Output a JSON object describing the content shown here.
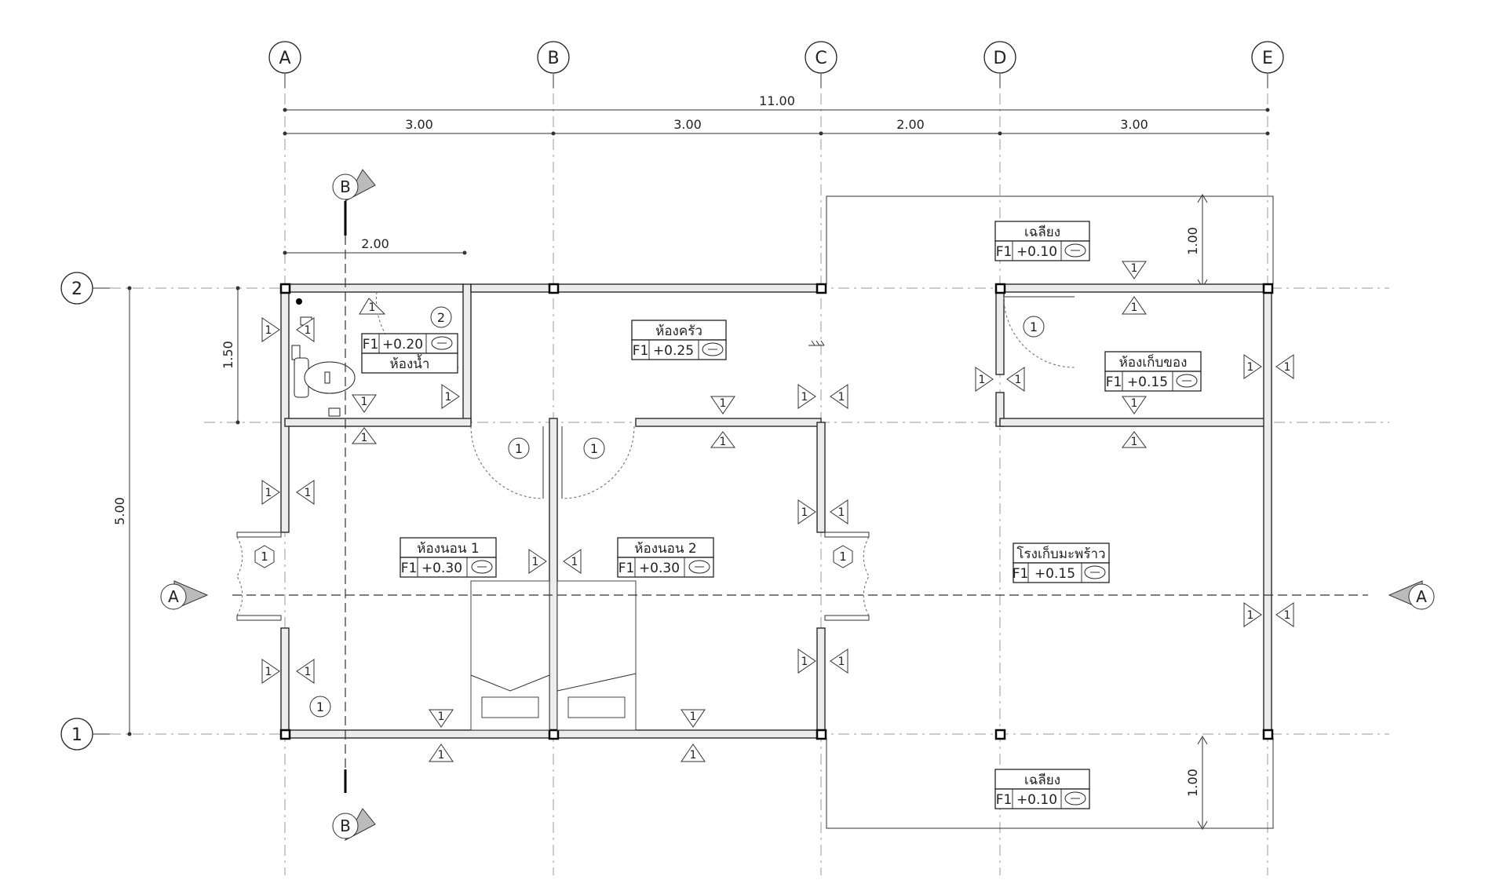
{
  "grid_columns": [
    "A",
    "B",
    "C",
    "D",
    "E"
  ],
  "grid_rows": [
    "2",
    "1"
  ],
  "dimensions": {
    "overall_width": "11.00",
    "bays": [
      "3.00",
      "3.00",
      "2.00",
      "3.00"
    ],
    "overall_depth": "5.00",
    "bathroom_depth": "1.50",
    "bathroom_width": "2.00",
    "top_porch": "1.00",
    "bottom_porch": "1.00"
  },
  "sections": {
    "a": "A",
    "b": "B"
  },
  "rooms": [
    {
      "name": "ห้องน้ำ",
      "code": "F1",
      "level": "+0.20"
    },
    {
      "name": "ห้องครัว",
      "code": "F1",
      "level": "+0.25"
    },
    {
      "name": "เฉลียง",
      "code": "F1",
      "level": "+0.10"
    },
    {
      "name": "ห้องเก็บของ",
      "code": "F1",
      "level": "+0.15"
    },
    {
      "name": "ห้องนอน 1",
      "code": "F1",
      "level": "+0.30"
    },
    {
      "name": "ห้องนอน 2",
      "code": "F1",
      "level": "+0.30"
    },
    {
      "name": "โรงเก็บมะพร้าว",
      "code": "F1",
      "level": "+0.15"
    },
    {
      "name": "เฉลียง",
      "code": "F1",
      "level": "+0.10"
    }
  ],
  "door_marks": [
    "2",
    "1",
    "1",
    "1",
    "1"
  ],
  "window_marks": [
    "1",
    "1"
  ],
  "elevation_mark": "1"
}
